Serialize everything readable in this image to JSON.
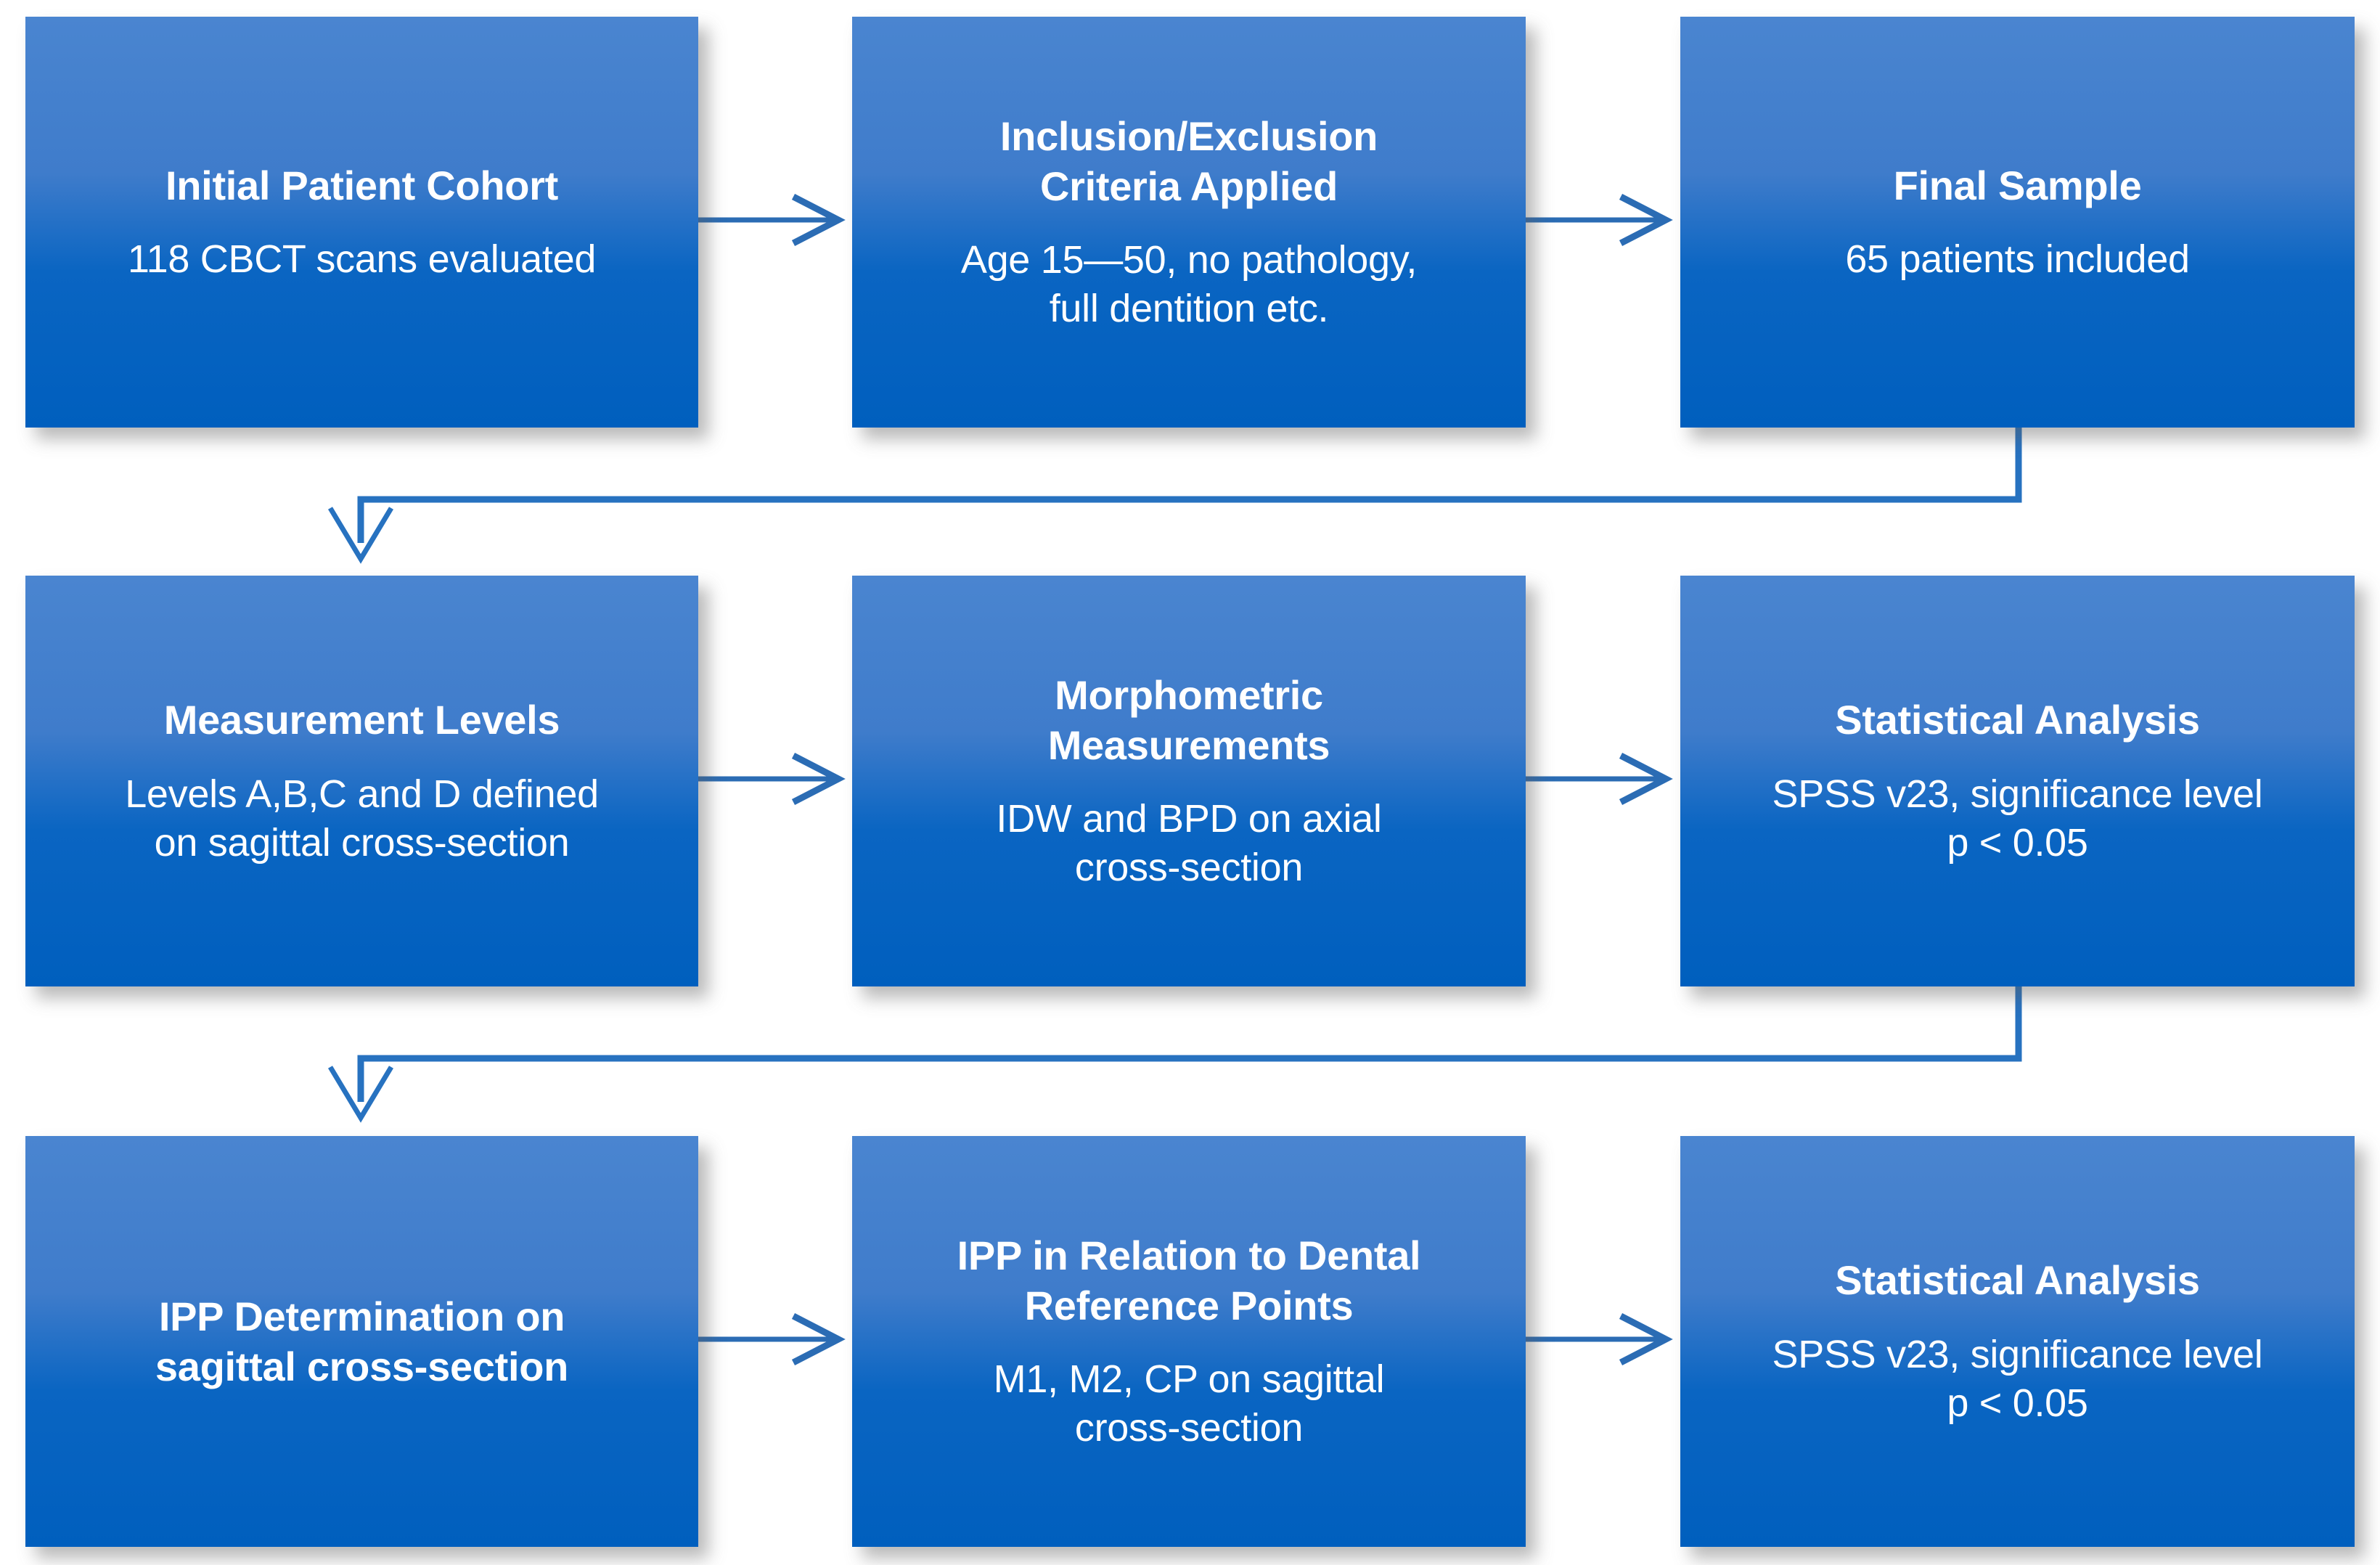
{
  "diagram": {
    "type": "flowchart",
    "orientation": "left-to-right, wrapping by row",
    "rows": 3,
    "columns": 3,
    "colors": {
      "box_gradient_top": "#4a85d0",
      "box_gradient_bottom": "#005fbe",
      "box_text": "#ffffff",
      "connector": "#2772c0",
      "background": "#ffffff"
    },
    "boxes": [
      {
        "id": "initial-patient-cohort",
        "title": "Initial Patient Cohort",
        "body": "118 CBCT scans evaluated"
      },
      {
        "id": "inclusion-exclusion-criteria",
        "title": "Inclusion/Exclusion\nCriteria Applied",
        "body": "Age 15—50, no pathology,\nfull dentition etc."
      },
      {
        "id": "final-sample",
        "title": "Final Sample",
        "body": "65 patients included"
      },
      {
        "id": "measurement-levels",
        "title": "Measurement Levels",
        "body": "Levels A,B,C and D defined\non sagittal cross-section"
      },
      {
        "id": "morphometric-measurements",
        "title": "Morphometric\nMeasurements",
        "body": "IDW and BPD on axial\ncross-section"
      },
      {
        "id": "statistical-analysis-row2",
        "title": "Statistical Analysis",
        "body": "SPSS v23, significance level\np < 0.05"
      },
      {
        "id": "ipp-determination",
        "title": "IPP Determination on\nsagittal cross-section",
        "body": ""
      },
      {
        "id": "ipp-dental-reference-points",
        "title": "IPP in Relation to Dental\nReference Points",
        "body": "M1, M2, CP on sagittal\ncross-section"
      },
      {
        "id": "statistical-analysis-row3",
        "title": "Statistical Analysis",
        "body": "SPSS v23, significance level\np < 0.05"
      }
    ],
    "connectors": [
      {
        "id": "arrow-r1-c1-to-c2",
        "kind": "straight-right"
      },
      {
        "id": "arrow-r1-c2-to-c3",
        "kind": "straight-right"
      },
      {
        "id": "arrow-r1-c3-to-r2-c1",
        "kind": "elbow-down-left"
      },
      {
        "id": "arrow-r2-c1-to-c2",
        "kind": "straight-right"
      },
      {
        "id": "arrow-r2-c2-to-c3",
        "kind": "straight-right"
      },
      {
        "id": "arrow-r2-c3-to-r3-c1",
        "kind": "elbow-down-left"
      },
      {
        "id": "arrow-r3-c1-to-c2",
        "kind": "straight-right"
      },
      {
        "id": "arrow-r3-c2-to-c3",
        "kind": "straight-right"
      }
    ]
  }
}
